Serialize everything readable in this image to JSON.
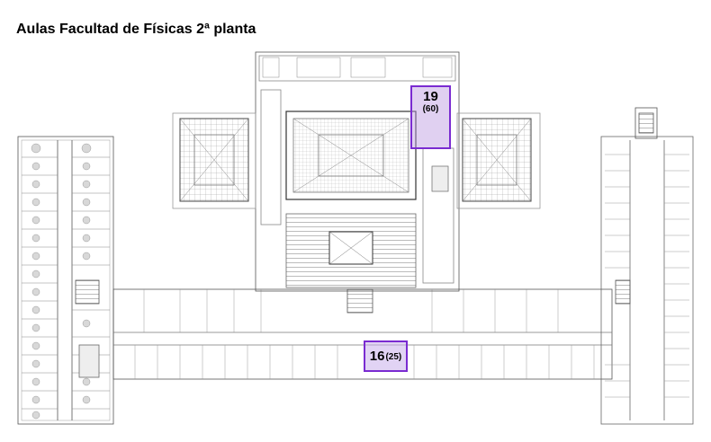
{
  "header": {
    "title": "Aulas Facultad de Físicas 2ª planta"
  },
  "rooms": [
    {
      "id": "19",
      "number": "19",
      "capacity": "(60)",
      "highlight_color": "#7a2bd1"
    },
    {
      "id": "16",
      "number": "16",
      "capacity": "(25)",
      "highlight_color": "#7a2bd1"
    }
  ]
}
